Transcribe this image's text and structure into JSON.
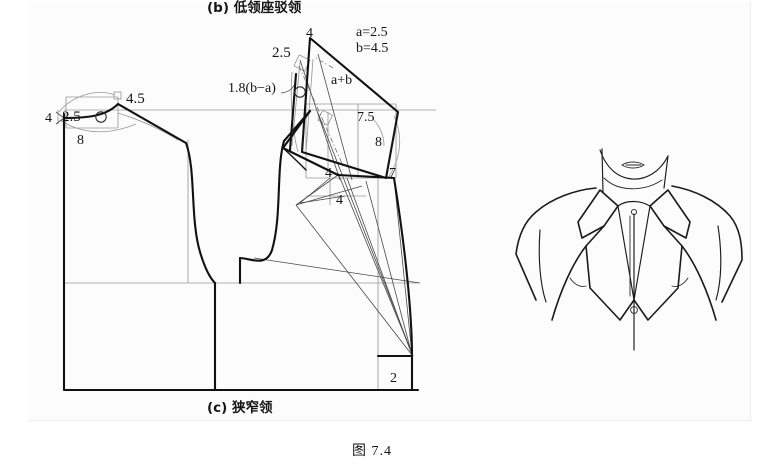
{
  "figure": {
    "caption": "图 7.4",
    "subfigure_b_title": "(b) 低领座驳领",
    "subfigure_c_title": "(c) 狭窄领",
    "type": "garment pattern drafting diagram (lapel / collar construction) with fashion sketch"
  },
  "formulas": {
    "a_value": "a=2.5",
    "b_value": "b=4.5",
    "lapel_break": "1.8(b−a)",
    "collar_total": "a+b"
  },
  "measurements": {
    "left_neck_drop": "4",
    "left_neck_width": "2.5",
    "left_back_neck_rise": "4.5",
    "left_shoulder_slope": "8",
    "collar_top_corner": "4",
    "collar_stand_2_5": "2.5",
    "collar_fall_7_5": "7.5",
    "collar_width_8": "8",
    "lapel_notch_4a": "4",
    "lapel_notch_4b": "4",
    "lapel_point_7": "7",
    "hem_extension_2": "2"
  },
  "colors": {
    "ink": "#111111",
    "construction": "#9a9a9a",
    "paper": "#ffffff",
    "panel": "#fcfcfc"
  },
  "sketch": {
    "name": "fashion-illustration-collar",
    "description": "front view bust of a figure wearing a notched-collar shirt with two buttons"
  }
}
